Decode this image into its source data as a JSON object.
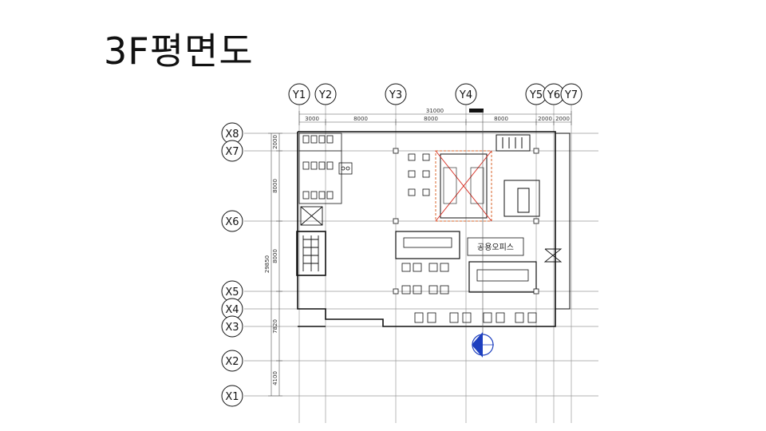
{
  "title": "3F평면도",
  "grid_columns": [
    "Y1",
    "Y2",
    "Y3",
    "Y4",
    "Y5",
    "Y6",
    "Y7"
  ],
  "grid_rows": [
    "X8",
    "X7",
    "X6",
    "X5",
    "X4",
    "X3",
    "X2",
    "X1"
  ],
  "dimensions": {
    "overall_width": "31000",
    "column_spans": [
      "3000",
      "8000",
      "8000",
      "8000",
      "2000",
      "2000"
    ],
    "overall_height": "29850",
    "row_spans": [
      "2000",
      "8000",
      "8000",
      "7820",
      "4100"
    ]
  },
  "rooms": {
    "shared_office": "공용오피스"
  }
}
